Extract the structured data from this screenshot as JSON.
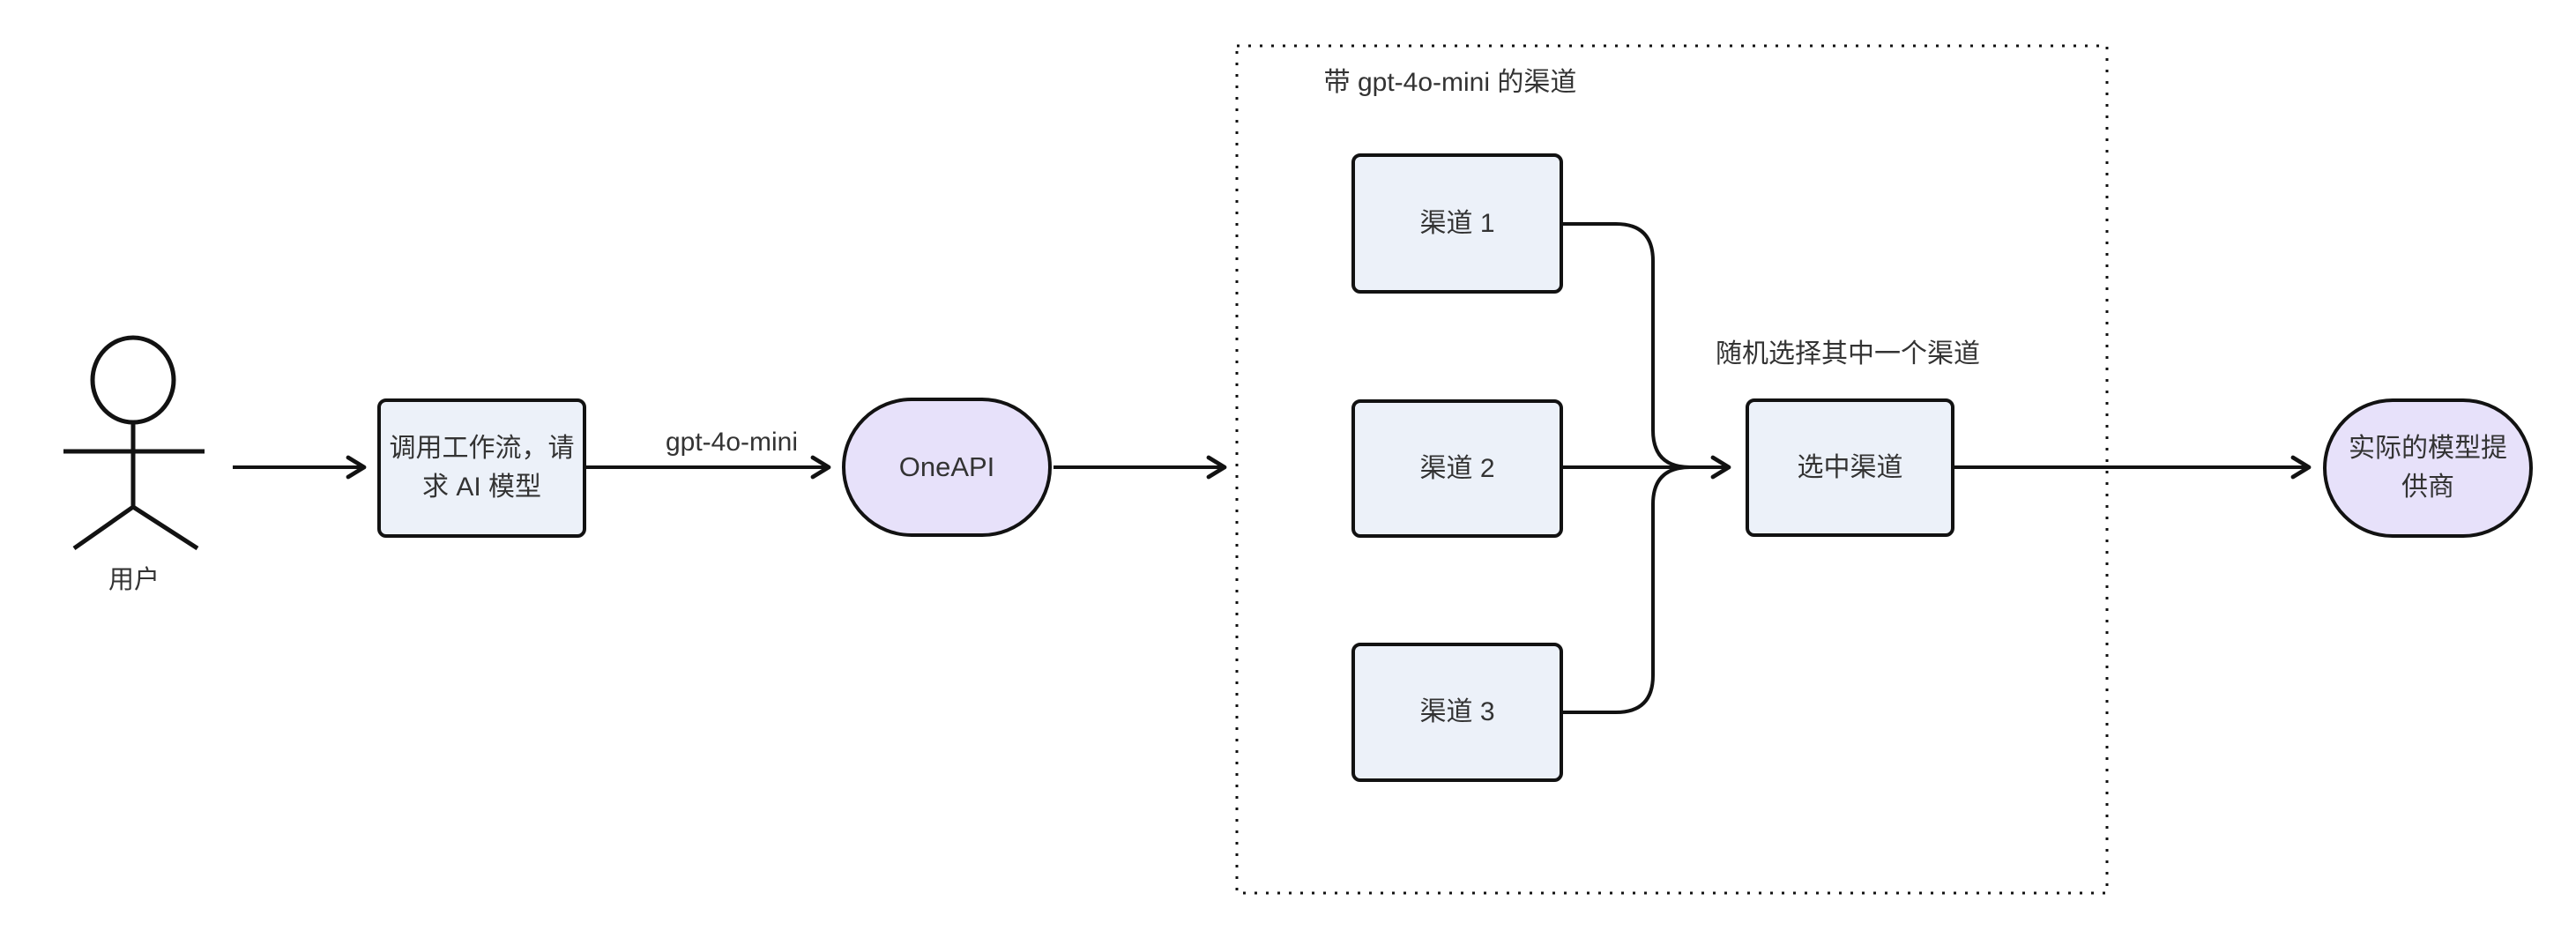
{
  "diagram": {
    "actor": {
      "label": "用户"
    },
    "nodes": {
      "workflow": {
        "label": "调用工作流，请求 AI 模型"
      },
      "oneapi": {
        "label": "OneAPI"
      },
      "channel1": {
        "label": "渠道 1"
      },
      "channel2": {
        "label": "渠道 2"
      },
      "channel3": {
        "label": "渠道 3"
      },
      "selected_channel": {
        "label": "选中渠道"
      },
      "provider": {
        "label": "实际的模型提供商"
      }
    },
    "cluster": {
      "title": "带 gpt-4o-mini 的渠道"
    },
    "edge_labels": {
      "model": "gpt-4o-mini",
      "random_pick": "随机选择其中一个渠道"
    },
    "colors": {
      "rect_fill": "#ecf1f9",
      "stadium_fill": "#e7e1fa",
      "stroke": "#121212",
      "text": "#333333",
      "background": "#ffffff"
    }
  }
}
